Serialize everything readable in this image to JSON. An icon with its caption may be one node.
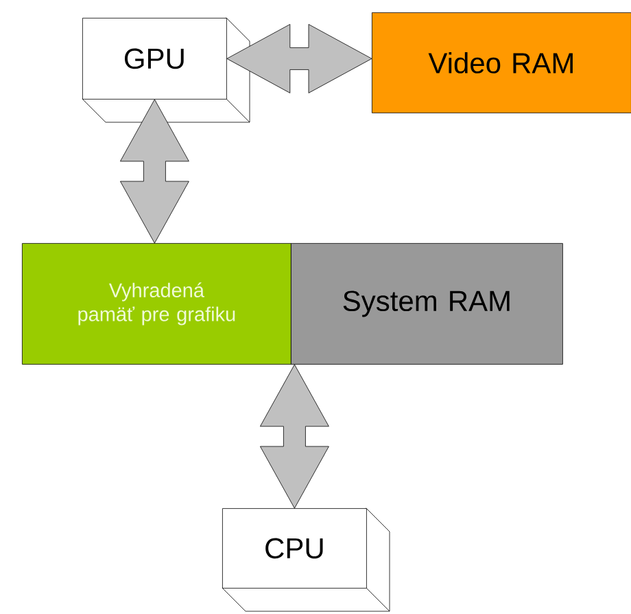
{
  "diagram": {
    "nodes": [
      {
        "text": [
          "GPU"
        ]
      },
      {
        "text": [
          "Video RAM"
        ]
      },
      {
        "text": [
          "Vyhradená pamäť pre grafiku"
        ]
      },
      {
        "text": [
          "System RAM"
        ]
      },
      {
        "text": [
          "CPU"
        ]
      }
    ],
    "edges": [
      {
        "from": 0,
        "to": 1,
        "arrow": "both"
      },
      {
        "from": 0,
        "to": 2,
        "arrow": "both"
      },
      {
        "from": 3,
        "to": 4,
        "arrow": "both"
      }
    ]
  }
}
